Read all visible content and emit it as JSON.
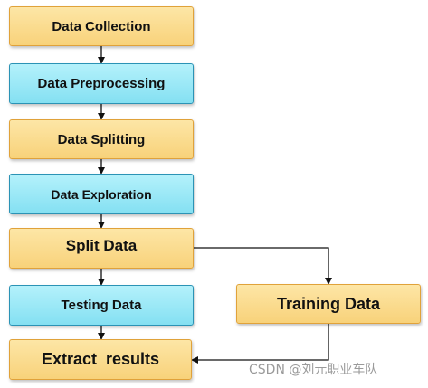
{
  "nodes": {
    "data_collection": "Data Collection",
    "data_preprocessing": "Data Preprocessing",
    "data_splitting": "Data Splitting",
    "data_exploration": "Data Exploration",
    "split_data": "Split Data",
    "testing_data": "Testing Data",
    "extract_results": "Extract  results",
    "training_data": "Training Data"
  },
  "colors": {
    "orange_fill": "#f8d27a",
    "orange_border": "#e0a23a",
    "cyan_fill": "#84e0f2",
    "cyan_border": "#2b93b5",
    "connector": "#111111"
  },
  "watermark": "CSDN @刘元职业车队"
}
